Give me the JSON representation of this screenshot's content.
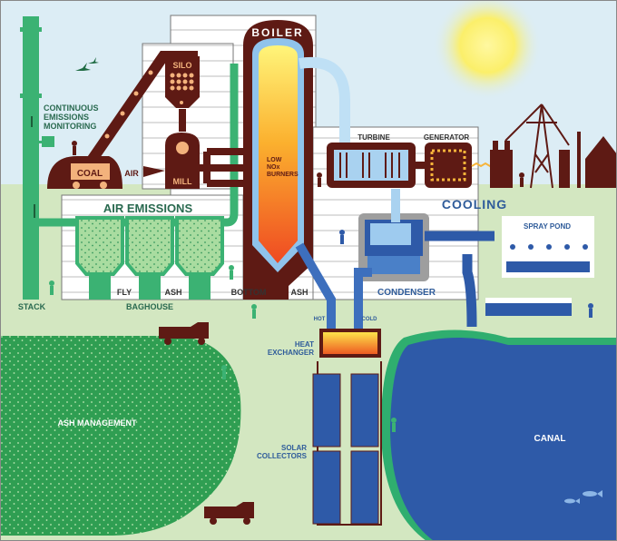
{
  "labels": {
    "boiler": "BOILER",
    "silo": "SILO",
    "mill": "MILL",
    "coal": "COAL",
    "air": "AIR",
    "cem1": "CONTINUOUS",
    "cem2": "EMISSIONS",
    "cem3": "MONITORING",
    "air_emissions": "AIR EMISSIONS",
    "fly": "FLY",
    "ash1": "ASH",
    "bottom": "BOTTOM",
    "ash2": "ASH",
    "stack": "STACK",
    "baghouse": "BAGHOUSE",
    "burners1": "LOW",
    "burners2": "NOx",
    "burners3": "BURNERS",
    "turbine": "TURBINE",
    "generator": "GENERATOR",
    "cooling": "COOLING",
    "spray_pond": "SPRAY POND",
    "condenser": "CONDENSER",
    "hot": "HOT",
    "cold": "COLD",
    "hx1": "HEAT",
    "hx2": "EXCHANGER",
    "ash_mgmt": "ASH MANAGEMENT",
    "solar1": "SOLAR",
    "solar2": "COLLECTORS",
    "canal": "CANAL"
  },
  "colors": {
    "sky": "#dcedf5",
    "ground": "#d3e7c1",
    "brown": "#5e1a14",
    "green": "#3bb273",
    "water": "#2e5aa8",
    "label_blue": "#2f5c9a",
    "label_green": "#2a6a50"
  }
}
